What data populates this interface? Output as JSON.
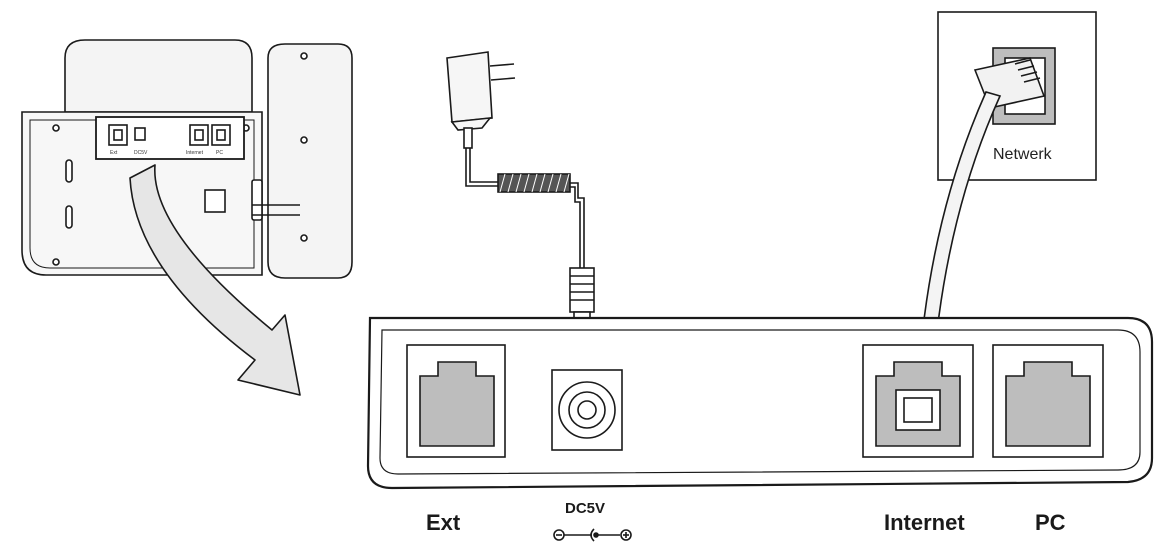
{
  "labels": {
    "ext": "Ext",
    "dc": "DC5V",
    "internet": "Internet",
    "pc": "PC",
    "network": "Netwerk"
  },
  "mini_labels": {
    "ext": "Ext",
    "dc": "DC5V",
    "internet": "Internet",
    "pc": "PC"
  },
  "colors": {
    "outline": "#1a1a1a",
    "port_fill": "#bdbdbd",
    "arrow_fill": "#e6e6e6",
    "phone_fill": "#f4f4f4"
  }
}
